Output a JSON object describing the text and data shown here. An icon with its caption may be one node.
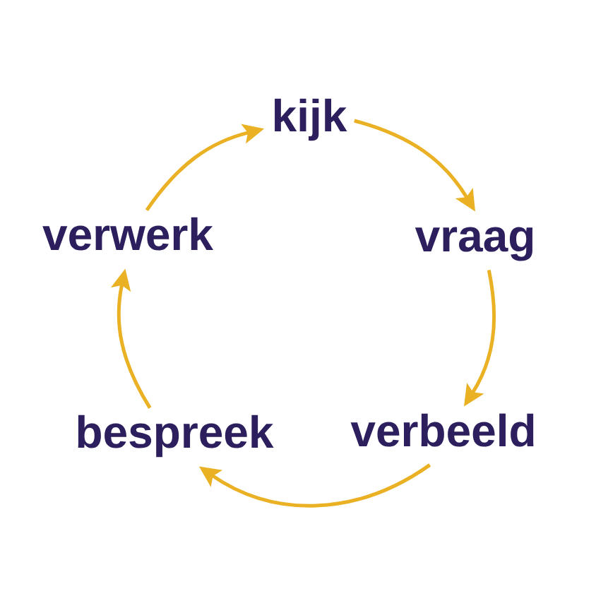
{
  "diagram": {
    "nodes": [
      {
        "text": [
          "kijk"
        ]
      },
      {
        "text": [
          "vraag"
        ]
      },
      {
        "text": [
          "verbeeld"
        ]
      },
      {
        "text": [
          "bespreek"
        ]
      },
      {
        "text": [
          "verwerk"
        ]
      }
    ],
    "edges": [
      {
        "from": 0,
        "to": 1,
        "arrow": "to"
      },
      {
        "from": 1,
        "to": 2,
        "arrow": "to"
      },
      {
        "from": 2,
        "to": 3,
        "arrow": "to"
      },
      {
        "from": 3,
        "to": 4,
        "arrow": "to"
      },
      {
        "from": 4,
        "to": 0,
        "arrow": "to"
      }
    ]
  }
}
